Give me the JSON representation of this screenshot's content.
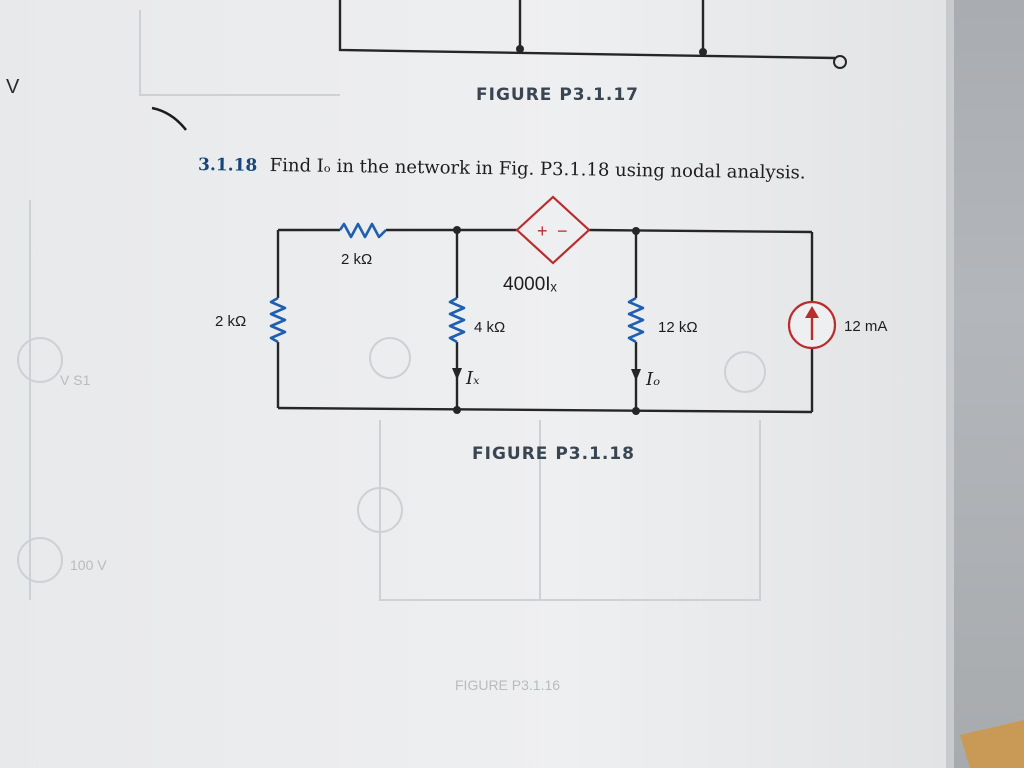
{
  "top_figure": {
    "caption": "FIGURE P3.1.17"
  },
  "problem": {
    "number": "3.1.18",
    "text": "Find Iₒ in the network in Fig. P3.1.18 using nodal analysis."
  },
  "circuit": {
    "resistor_top": "2 kΩ",
    "resistor_left": "2 kΩ",
    "resistor_mid": "4 kΩ",
    "resistor_right": "12 kΩ",
    "current_source": "12 mA",
    "dependent_source": "4000Iₓ",
    "dependent_plus": "+",
    "dependent_minus": "−",
    "current_ix": "Iₓ",
    "current_io": "Iₒ"
  },
  "caption": "FIGURE P3.1.18",
  "margin_mark": "V",
  "colors": {
    "figure_caption": "#3a4552",
    "problem_number": "#16457a",
    "resistor": "#1f5fb0",
    "source": "#b92d2d"
  }
}
